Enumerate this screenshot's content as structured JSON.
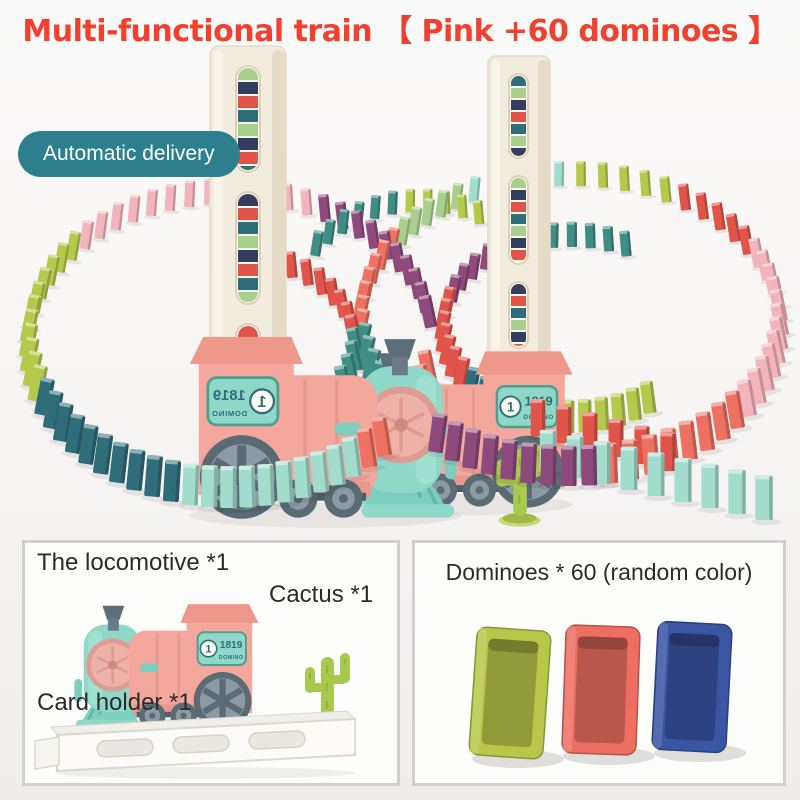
{
  "title": {
    "text": "Multi-functional train 【 Pink +60 dominoes 】"
  },
  "delivery_badge": {
    "label": "Automatic delivery"
  },
  "locomotive_badge": {
    "number": "1",
    "year": "1819",
    "brand": "DOMINO"
  },
  "contents_panel": {
    "locomotive_label": "The locomotive *1",
    "cactus_label": "Cactus *1",
    "card_holder_label": "Card holder *1"
  },
  "dominoes_panel": {
    "label": "Dominoes * 60 (random color)",
    "tray_colors": [
      "#b8c74a",
      "#ee6f62",
      "#3a55a4"
    ]
  },
  "colors": {
    "title": "#f1402e",
    "badge_bg": "#2e7f8e",
    "label_text": "#2b2b2b",
    "train_pink": "#f4a79c",
    "train_teal": "#8fd8c8",
    "wheel_gray": "#5a6b73",
    "cartridge_cream": "#f2ecdf",
    "palette": {
      "pink": "#f3b4bc",
      "lightpink": "#f7c6cb",
      "lime": "#b5c94d",
      "green": "#a9cf8f",
      "mint": "#a2dccd",
      "teal": "#3f8d84",
      "slate": "#2f6d7a",
      "navy": "#333d5e",
      "coral": "#ee7162",
      "red": "#e0544a",
      "purple": "#8e4a7c"
    },
    "cartridge_stripes": [
      "#a9cf8f",
      "#333d5e",
      "#e0544a",
      "#2f6d7a"
    ]
  }
}
